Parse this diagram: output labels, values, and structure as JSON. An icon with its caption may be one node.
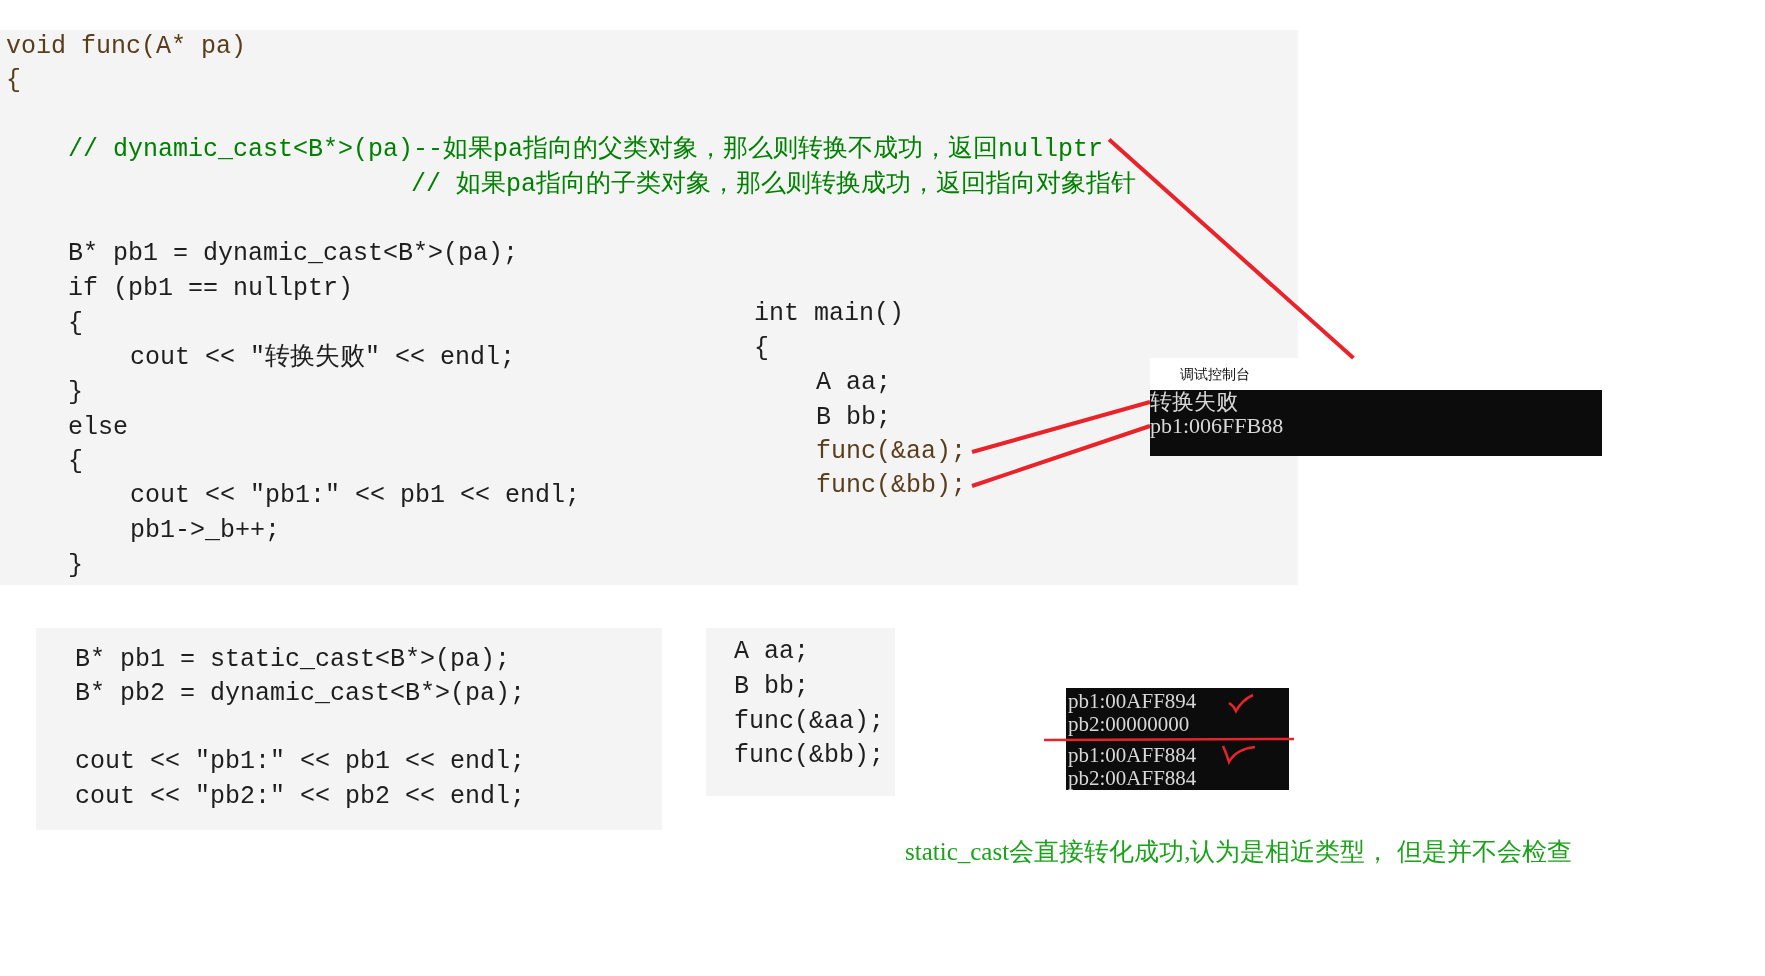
{
  "diagram": {
    "nodes": [
      {
        "text": [],
        "shape": "box"
      },
      {
        "text": [
          "void func(A* pa)",
          "{"
        ],
        "in": 0
      },
      {
        "text": [
          "// dynamic_cast<B*>(pa)--如果pa指向的父类对象，那么则转换不成功，返回nullptr"
        ],
        "in": 0
      },
      {
        "text": [
          "// 如果pa指向的子类对象，那么则转换成功，返回指向对象指针"
        ],
        "in": 0
      },
      {
        "text": [
          "B* pb1 = dynamic_cast<B*>(pa);",
          "if (pb1 == nullptr)",
          "{",
          "cout << \"转换失败\" << endl;",
          "}",
          "else",
          "{",
          "cout << \"pb1:\" << pb1 << endl;",
          "pb1->_b++;",
          "}"
        ],
        "in": 0
      },
      {
        "text": [
          "int main()",
          "{",
          "A aa;",
          "B bb;"
        ],
        "in": 0
      },
      {
        "text": [
          "func(&aa);"
        ],
        "in": 0
      },
      {
        "text": [
          "func(&bb);"
        ],
        "in": 0
      },
      {
        "text": [
          "调试控制台"
        ]
      },
      {
        "text": [
          "转换失败"
        ]
      },
      {
        "text": [
          "pb1:006FFB88"
        ]
      },
      {
        "text": [
          "B* pb1 = static_cast<B*>(pa);",
          "B* pb2 = dynamic_cast<B*>(pa);",
          "cout << \"pb1:\" << pb1 << endl;",
          "cout << \"pb2:\" << pb2 << endl;"
        ]
      },
      {
        "text": [
          "A aa;",
          "B bb;",
          "func(&aa);",
          "func(&bb);"
        ]
      },
      {
        "text": [
          "pb1:00AFF894",
          "pb2:00000000",
          "pb1:00AFF884",
          "pb2:00AFF884"
        ]
      }
    ],
    "edges": [
      {
        "from": 2,
        "to": 8,
        "arrow": "none"
      },
      {
        "from": 6,
        "to": 9,
        "arrow": "none"
      },
      {
        "from": 7,
        "to": 10,
        "arrow": "none"
      }
    ],
    "labels": [
      "static_cast会直接转化成功,认为是相近类型， 但是并不会检查"
    ]
  }
}
